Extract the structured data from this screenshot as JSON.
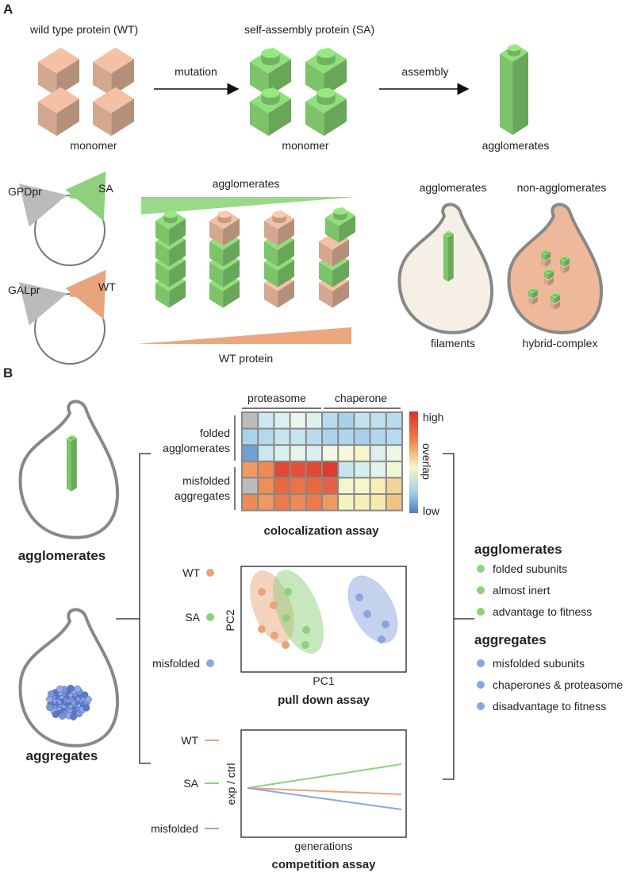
{
  "panelA": {
    "label": "A",
    "wt_title": "wild type protein (WT)",
    "sa_title": "self-assembly protein (SA)",
    "mutation": "mutation",
    "assembly": "assembly",
    "monomer_left": "monomer",
    "monomer_right": "monomer",
    "agglomerates": "agglomerates",
    "gpdpr": "GPDpr",
    "sa": "SA",
    "galpr": "GALpr",
    "wt": "WT",
    "agglomerates_gradient": "agglomerates",
    "wt_protein": "WT protein",
    "cell_agglomerates": "agglomerates",
    "cell_nonagglomerates": "non-agglomerates",
    "filaments": "filaments",
    "hybrid_complex": "hybrid-complex"
  },
  "panelB": {
    "label": "B",
    "agglomerates": "agglomerates",
    "aggregates": "aggregates",
    "heatmap": {
      "col_group_1": "proteasome",
      "col_group_2": "chaperone",
      "row_group_1": [
        "folded",
        "agglomerates"
      ],
      "row_group_2": [
        "misfolded",
        "aggregates"
      ],
      "scale_high": "high",
      "scale_low": "low",
      "scale_label": "overlap",
      "title": "colocalization assay"
    },
    "pca": {
      "legend_wt": "WT",
      "legend_sa": "SA",
      "legend_misfolded": "misfolded",
      "ylabel": "PC2",
      "xlabel": "PC1",
      "title": "pull down assay"
    },
    "competition": {
      "legend_wt": "WT",
      "legend_sa": "SA",
      "legend_misfolded": "misfolded",
      "ylabel": "exp / ctrl",
      "xlabel": "generations",
      "title": "competition assay"
    },
    "right": {
      "agglomerates_heading": "agglomerates",
      "agglomerates_items": [
        "folded subunits",
        "almost inert",
        "advantage to fitness"
      ],
      "aggregates_heading": "aggregates",
      "aggregates_items": [
        "misfolded subunits",
        "chaperones & proteasome",
        "disadvantage to fitness"
      ]
    }
  },
  "colors": {
    "wt": "#e8a47c",
    "sa": "#8fd07e",
    "misfolded": "#8aa6dd",
    "green_block": "#7cc36a",
    "tan_block": "#d4a88f",
    "cell_wall": "#888888"
  }
}
